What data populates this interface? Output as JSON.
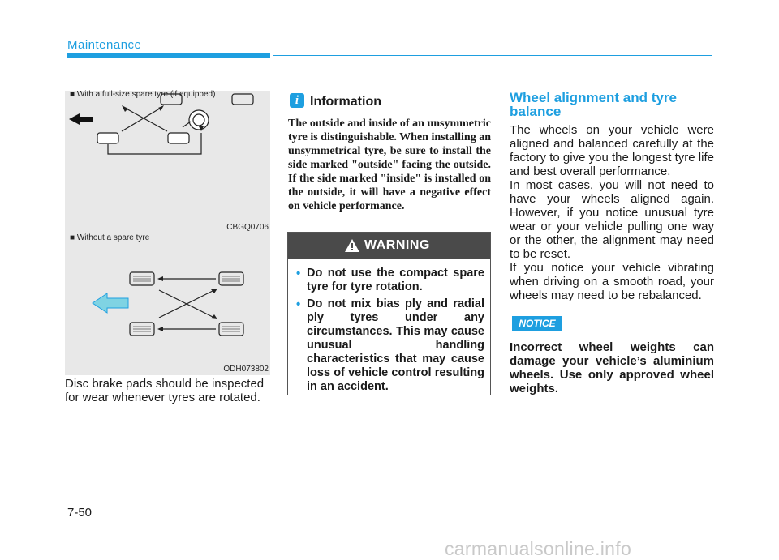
{
  "header": {
    "section": "Maintenance"
  },
  "figure1": {
    "caption": "■ With a full-size spare tyre (if equipped)",
    "code": "CBGQ0706"
  },
  "figure2": {
    "caption": "■ Without a spare tyre",
    "code": "ODH073802"
  },
  "left_text": {
    "line1": "Disc brake pads should be inspected",
    "line2": "for wear whenever tyres are rotated."
  },
  "info": {
    "icon": "i",
    "title": "Information",
    "body": "The outside and inside of an unsymmetric tyre is distinguishable. When installing an unsymmetrical tyre, be sure to install the side marked \"outside\" facing the outside. If the side marked \"inside\" is installed on the outside, it will have a negative effect on vehicle performance."
  },
  "warning": {
    "label": "WARNING",
    "items": [
      "Do not use the compact spare tyre for tyre rotation.",
      "Do not mix bias ply and radial ply tyres under any circumstances. This may cause unusual handling characteristics that may cause loss of vehicle control resulting in an accident."
    ]
  },
  "alignment": {
    "title": "Wheel alignment and tyre balance",
    "para1": "The wheels on your vehicle were aligned and balanced carefully at the factory to give you the longest tyre life and best overall performance.",
    "para2": "In most cases, you will not need to have your wheels aligned again. However, if you notice unusual tyre wear or your vehicle pulling one way or the other, the alignment may need to be reset.",
    "para3": "If you notice your vehicle vibrating when driving on a smooth road, your wheels may need to be rebalanced.",
    "notice_label": "NOTICE",
    "notice_text": "Incorrect wheel weights can damage your vehicle’s aluminium wheels. Use only approved wheel weights."
  },
  "footer": {
    "page": "7-50",
    "watermark": "carmanualsonline.info"
  }
}
